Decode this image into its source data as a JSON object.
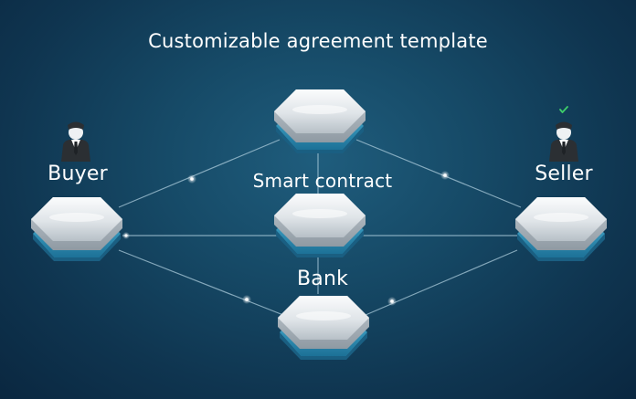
{
  "labels": {
    "template": "Customizable agreement template",
    "buyer": "Buyer",
    "seller": "Seller",
    "smart_contract": "Smart contract",
    "bank": "Bank"
  },
  "icons": {
    "buyer": "businessman-icon",
    "seller": "businessman-with-checkmark-icon"
  },
  "colors": {
    "background": "#164a67",
    "node_top": "#e6eaed",
    "node_base": "#3aa3c7",
    "lines": "#b9d4e2",
    "check": "#3ecf6a"
  }
}
